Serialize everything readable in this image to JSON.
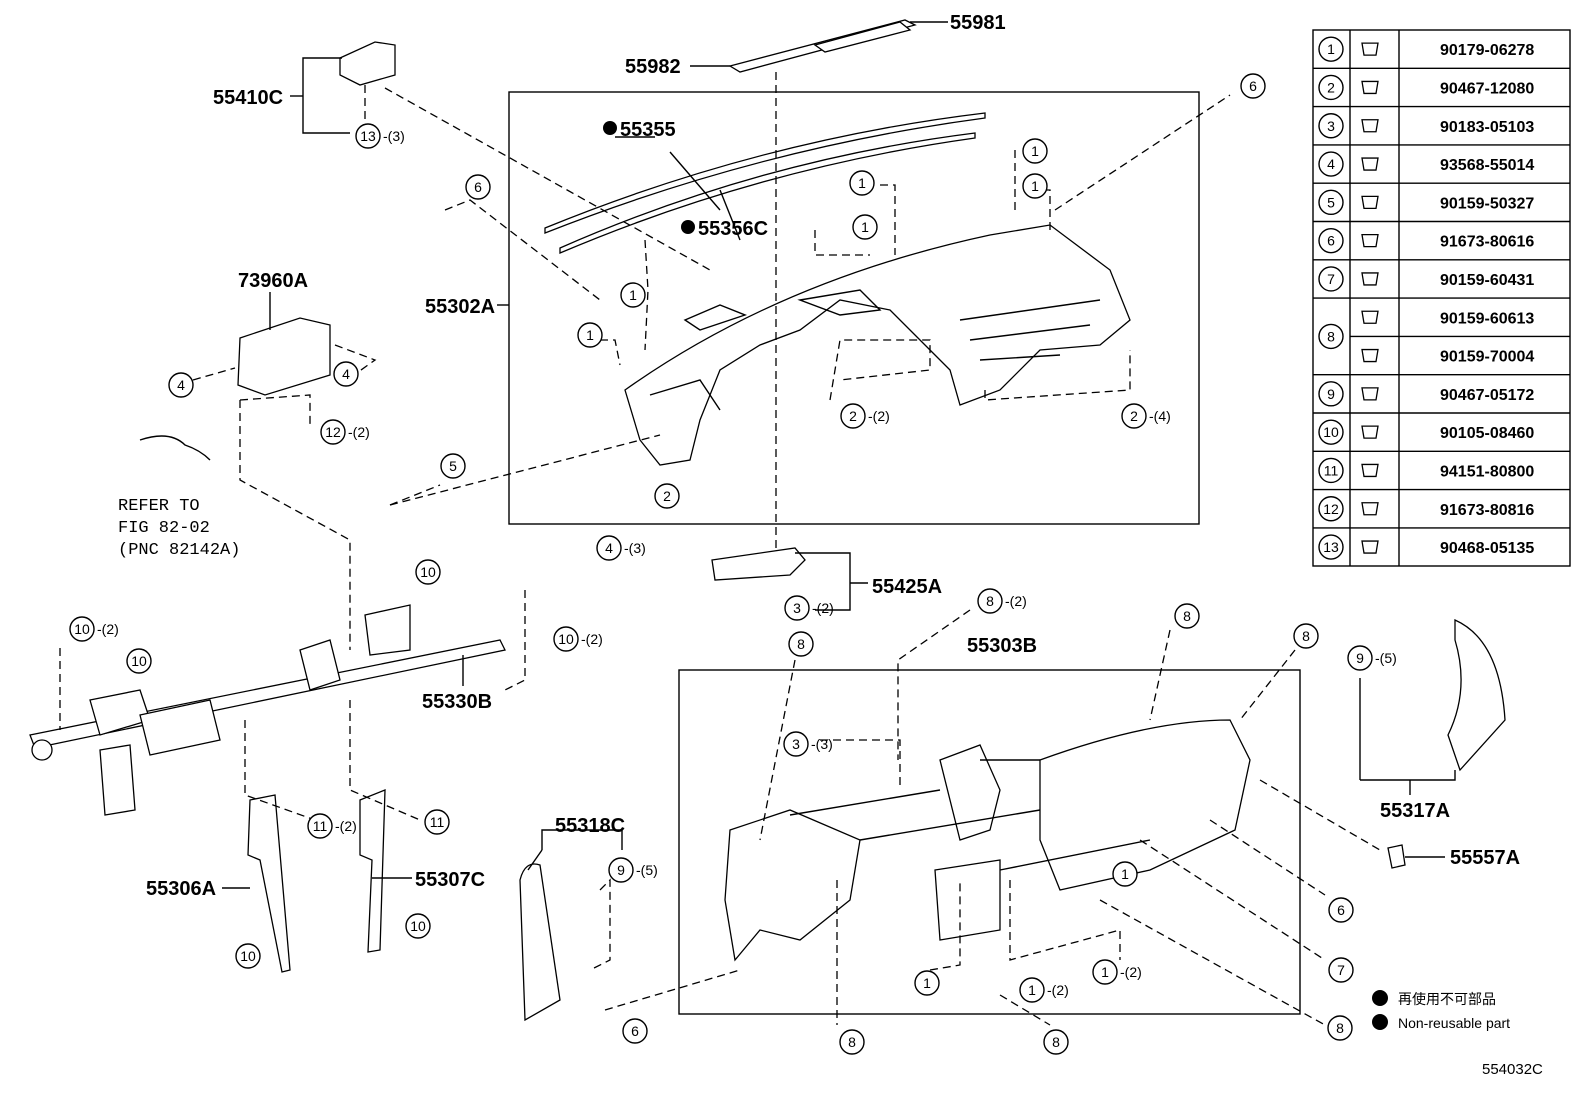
{
  "title_code": "554032C",
  "legend": {
    "marker_ja": "再使用不可部品",
    "marker_en": "Non-reusable part"
  },
  "refer_note": [
    "REFER TO",
    "FIG 82-02",
    "(PNC 82142A)"
  ],
  "fastener_table": [
    {
      "no": "1",
      "part": "90179-06278"
    },
    {
      "no": "2",
      "part": "90467-12080"
    },
    {
      "no": "3",
      "part": "90183-05103"
    },
    {
      "no": "4",
      "part": "93568-55014"
    },
    {
      "no": "5",
      "part": "90159-50327"
    },
    {
      "no": "6",
      "part": "91673-80616"
    },
    {
      "no": "7",
      "part": "90159-60431"
    },
    {
      "no": "8",
      "part": "90159-60613"
    },
    {
      "no": "8b",
      "part": "90159-70004"
    },
    {
      "no": "9",
      "part": "90467-05172"
    },
    {
      "no": "10",
      "part": "90105-08460"
    },
    {
      "no": "11",
      "part": "94151-80800"
    },
    {
      "no": "12",
      "part": "91673-80816"
    },
    {
      "no": "13",
      "part": "90468-05135"
    }
  ],
  "part_labels": {
    "p55981": "55981",
    "p55982": "55982",
    "p55410C": "55410C",
    "p55355": "55355",
    "p55356C": "55356C",
    "p73960A": "73960A",
    "p55302A": "55302A",
    "p55425A": "55425A",
    "p55303B": "55303B",
    "p55330B": "55330B",
    "p55318C": "55318C",
    "p55306A": "55306A",
    "p55307C": "55307C",
    "p55317A": "55317A",
    "p55557A": "55557A"
  },
  "callouts": {
    "q3": "(3)",
    "q2": "(2)",
    "q4": "(4)",
    "q5": "(5)"
  }
}
